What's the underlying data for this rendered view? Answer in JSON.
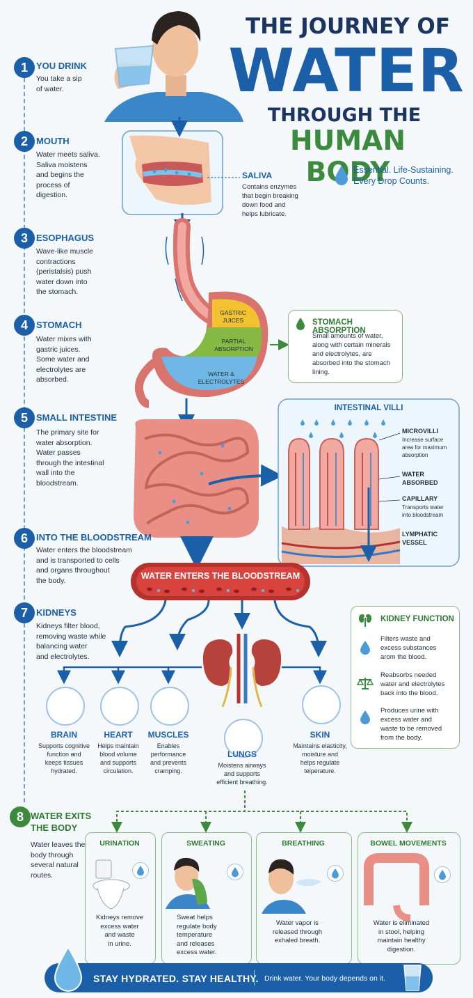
{
  "title": {
    "line1": "THE JOURNEY OF",
    "line2": "WATER",
    "line3": "THROUGH THE",
    "line4": "HUMAN BODY",
    "tagline1": "Essential. Life-Sustaining.",
    "tagline2": "Every Drop Counts."
  },
  "colors": {
    "blue": "#1a5fa8",
    "green": "#3b8a3e",
    "red": "#b5322f",
    "water": "#4a9bd8"
  },
  "steps": [
    {
      "num": "1",
      "title": "YOU DRINK",
      "desc": [
        "You take a sip",
        "of water."
      ]
    },
    {
      "num": "2",
      "title": "MOUTH",
      "desc": [
        "Water meets saliva.",
        "Saliva moistens",
        "and begins the",
        "process of",
        "digestion."
      ]
    },
    {
      "num": "3",
      "title": "ESOPHAGUS",
      "desc": [
        "Wave-like muscle",
        "contractions",
        "(peristalsis) push",
        "water down into",
        "the stomach."
      ]
    },
    {
      "num": "4",
      "title": "STOMACH",
      "desc": [
        "Water mixes with",
        "gastric juices.",
        "Some water and",
        "electrolytes are",
        "absorbed."
      ]
    },
    {
      "num": "5",
      "title": "SMALL INTESTINE",
      "desc": [
        "The primary site for",
        "water absorption.",
        "Water passes",
        "through the intestinal",
        "wall into the",
        "bloodstream."
      ]
    },
    {
      "num": "6",
      "title": "INTO THE BLOODSTREAM",
      "desc": [
        "Water enters the bloodstream",
        "and is transported to cells",
        "and organs throughout",
        "the body."
      ]
    },
    {
      "num": "7",
      "title": "KIDNEYS",
      "desc": [
        "Kidneys filter blood,",
        "removing waste while",
        "balancing water",
        "and electrolytes."
      ]
    },
    {
      "num": "8",
      "title1": "WATER EXITS",
      "title2": "THE BODY",
      "desc": [
        "Water leaves the",
        "body through",
        "several natural",
        "routes."
      ]
    }
  ],
  "saliva": {
    "title": "SALIVA",
    "desc": [
      "Contains enzymes",
      "that begin breaking",
      "down food and",
      "helps lubricate."
    ]
  },
  "stomach_layers": {
    "top1": "GASTRIC",
    "top2": "JUICES",
    "mid1": "PARTIAL",
    "mid2": "ABSORPTION",
    "bot1": "WATER &",
    "bot2": "ELECTROLYTES"
  },
  "stomach_absorption": {
    "title": "STOMACH ABSORPTION",
    "desc": [
      "Small amounts of water,",
      "along with certain minerals",
      "and electrolytes, are",
      "absorbed into the stomach",
      "lining."
    ]
  },
  "villi": {
    "title": "INTESTINAL VILLI",
    "microvilli": "MICROVILLI",
    "microvilli_desc": [
      "Increase surface",
      "area for maximum",
      "absorption"
    ],
    "water1": "WATER",
    "water2": "ABSORBED",
    "capillary": "CAPILLARY",
    "capillary_desc": [
      "Transports water",
      "into bloodstream"
    ],
    "lymph1": "LYMPHATIC",
    "lymph2": "VESSEL"
  },
  "bloodstream_banner": "WATER ENTERS THE BLOODSTREAM",
  "organs": [
    {
      "name": "BRAIN",
      "desc": [
        "Supports cognitive",
        "function and",
        "keeps tissues",
        "hydrated."
      ]
    },
    {
      "name": "HEART",
      "desc": [
        "Helps maintain",
        "blood volume",
        "and supports",
        "circulation."
      ]
    },
    {
      "name": "MUSCLES",
      "desc": [
        "Enables",
        "performance",
        "and prevents",
        "cramping."
      ]
    },
    {
      "name": "LUNGS",
      "desc": [
        "Moistens airways",
        "and supports",
        "efficient breathing."
      ]
    },
    {
      "name": "SKIN",
      "desc": [
        "Maintains elasticity,",
        "moisture and",
        "helps regulate",
        "teiperature."
      ]
    }
  ],
  "kidney_function": {
    "title": "KIDNEY FUNCTION",
    "items": [
      [
        "Filters waste and",
        "excess substances",
        "arom the blood."
      ],
      [
        "Reabsorbs needed",
        "water and electrolytes",
        "back into the blood."
      ],
      [
        "Produces urine with",
        "excess water and",
        "waste to be removed",
        "from the body."
      ]
    ]
  },
  "exits": [
    {
      "title": "URINATION",
      "desc": [
        "Kidneys remove",
        "excess water",
        "and waste",
        "in urine."
      ]
    },
    {
      "title": "SWEATING",
      "desc": [
        "Sweat helps",
        "regulate body",
        "temperature",
        "and releases",
        "excess water."
      ]
    },
    {
      "title": "BREATHING",
      "desc": [
        "Water vapor is",
        "released through",
        "exhaled breath."
      ]
    },
    {
      "title": "BOWEL MOVEMENTS",
      "desc": [
        "Water is eliminated",
        "in stool, helping",
        "maintain healthy",
        "digestion."
      ]
    }
  ],
  "footer": {
    "main": "STAY HYDRATED. STAY HEALTHY.",
    "sub": "Drink water. Your body depends on it."
  }
}
